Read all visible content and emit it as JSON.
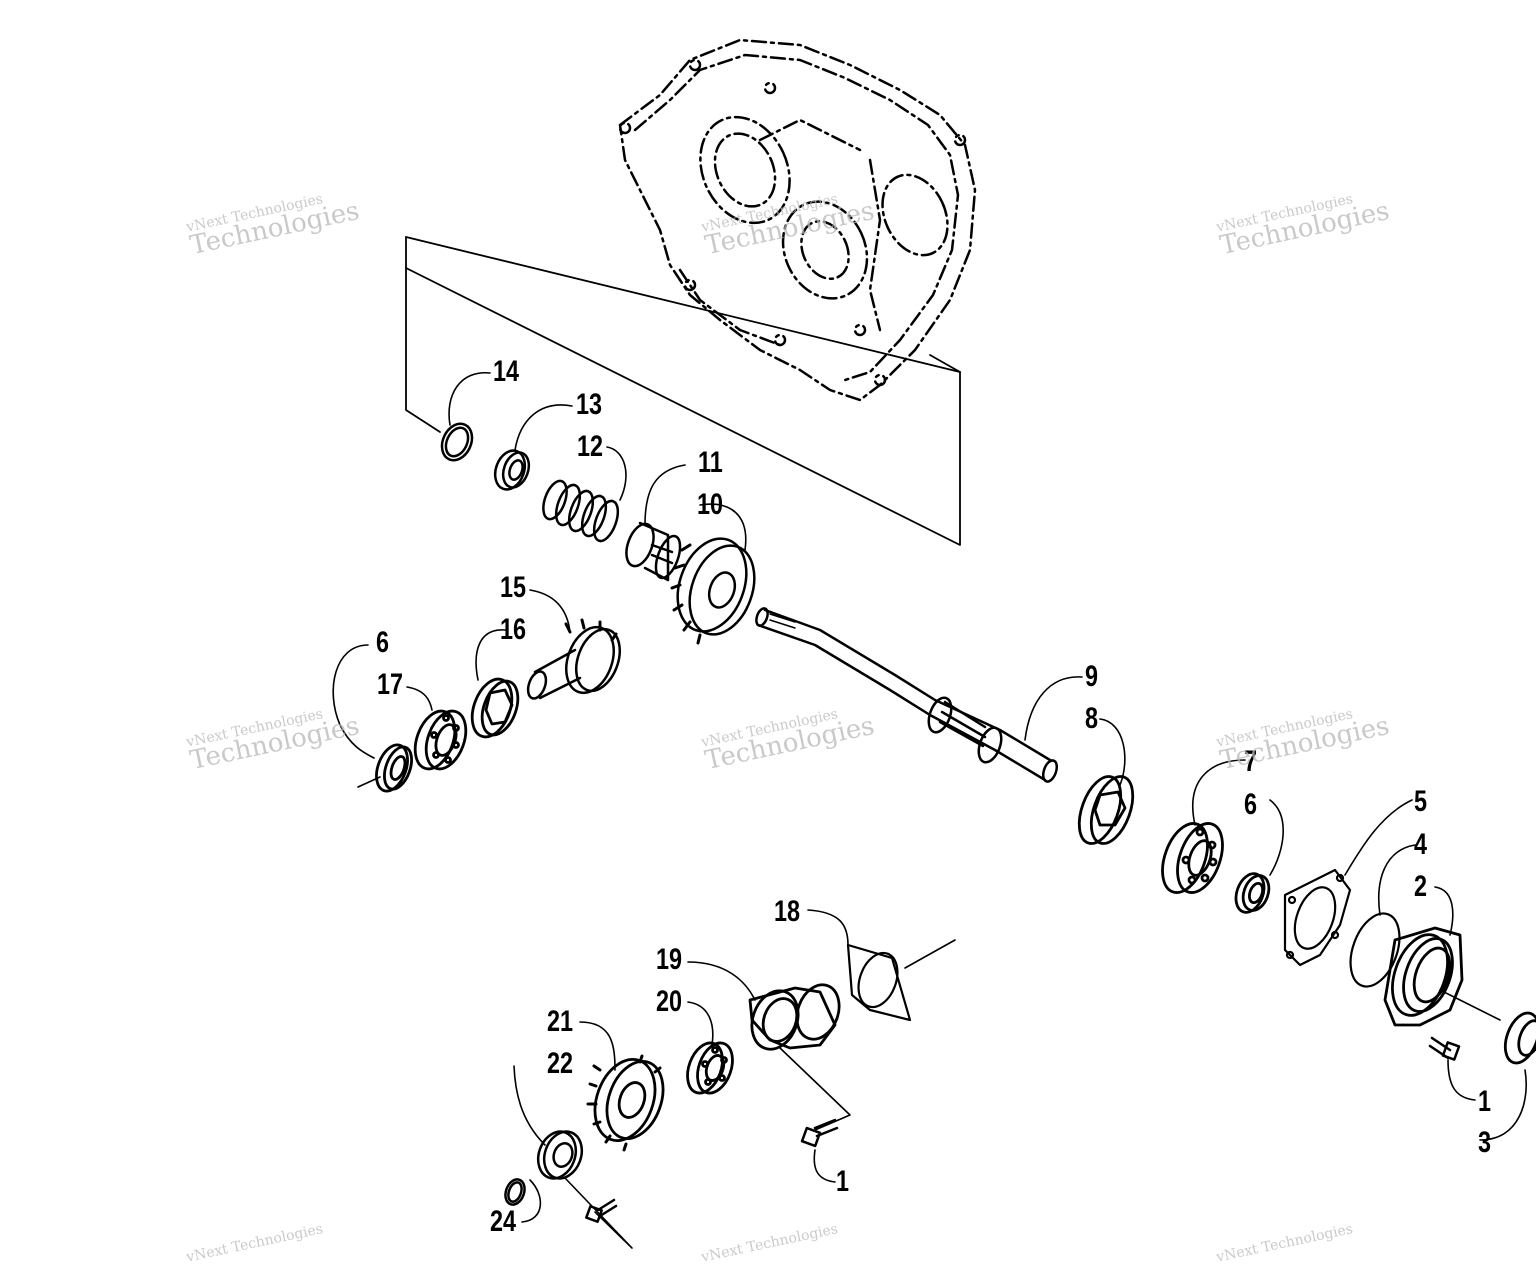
{
  "callouts": [
    {
      "id": "c14",
      "text": "14"
    },
    {
      "id": "c13",
      "text": "13"
    },
    {
      "id": "c12",
      "text": "12"
    },
    {
      "id": "c11",
      "text": "11"
    },
    {
      "id": "c10",
      "text": "10"
    },
    {
      "id": "c15",
      "text": "15"
    },
    {
      "id": "c16",
      "text": "16"
    },
    {
      "id": "c6a",
      "text": "6"
    },
    {
      "id": "c17",
      "text": "17"
    },
    {
      "id": "c9",
      "text": "9"
    },
    {
      "id": "c8",
      "text": "8"
    },
    {
      "id": "c7",
      "text": "7"
    },
    {
      "id": "c6b",
      "text": "6"
    },
    {
      "id": "c5",
      "text": "5"
    },
    {
      "id": "c4",
      "text": "4"
    },
    {
      "id": "c2",
      "text": "2"
    },
    {
      "id": "c1a",
      "text": "1"
    },
    {
      "id": "c3",
      "text": "3"
    },
    {
      "id": "c18",
      "text": "18"
    },
    {
      "id": "c19",
      "text": "19"
    },
    {
      "id": "c20",
      "text": "20"
    },
    {
      "id": "c21",
      "text": "21"
    },
    {
      "id": "c22",
      "text": "22"
    },
    {
      "id": "c1b",
      "text": "1"
    },
    {
      "id": "c24",
      "text": "24"
    }
  ],
  "watermark": {
    "line1": "vNext Technologies",
    "line2": "Technologies"
  }
}
